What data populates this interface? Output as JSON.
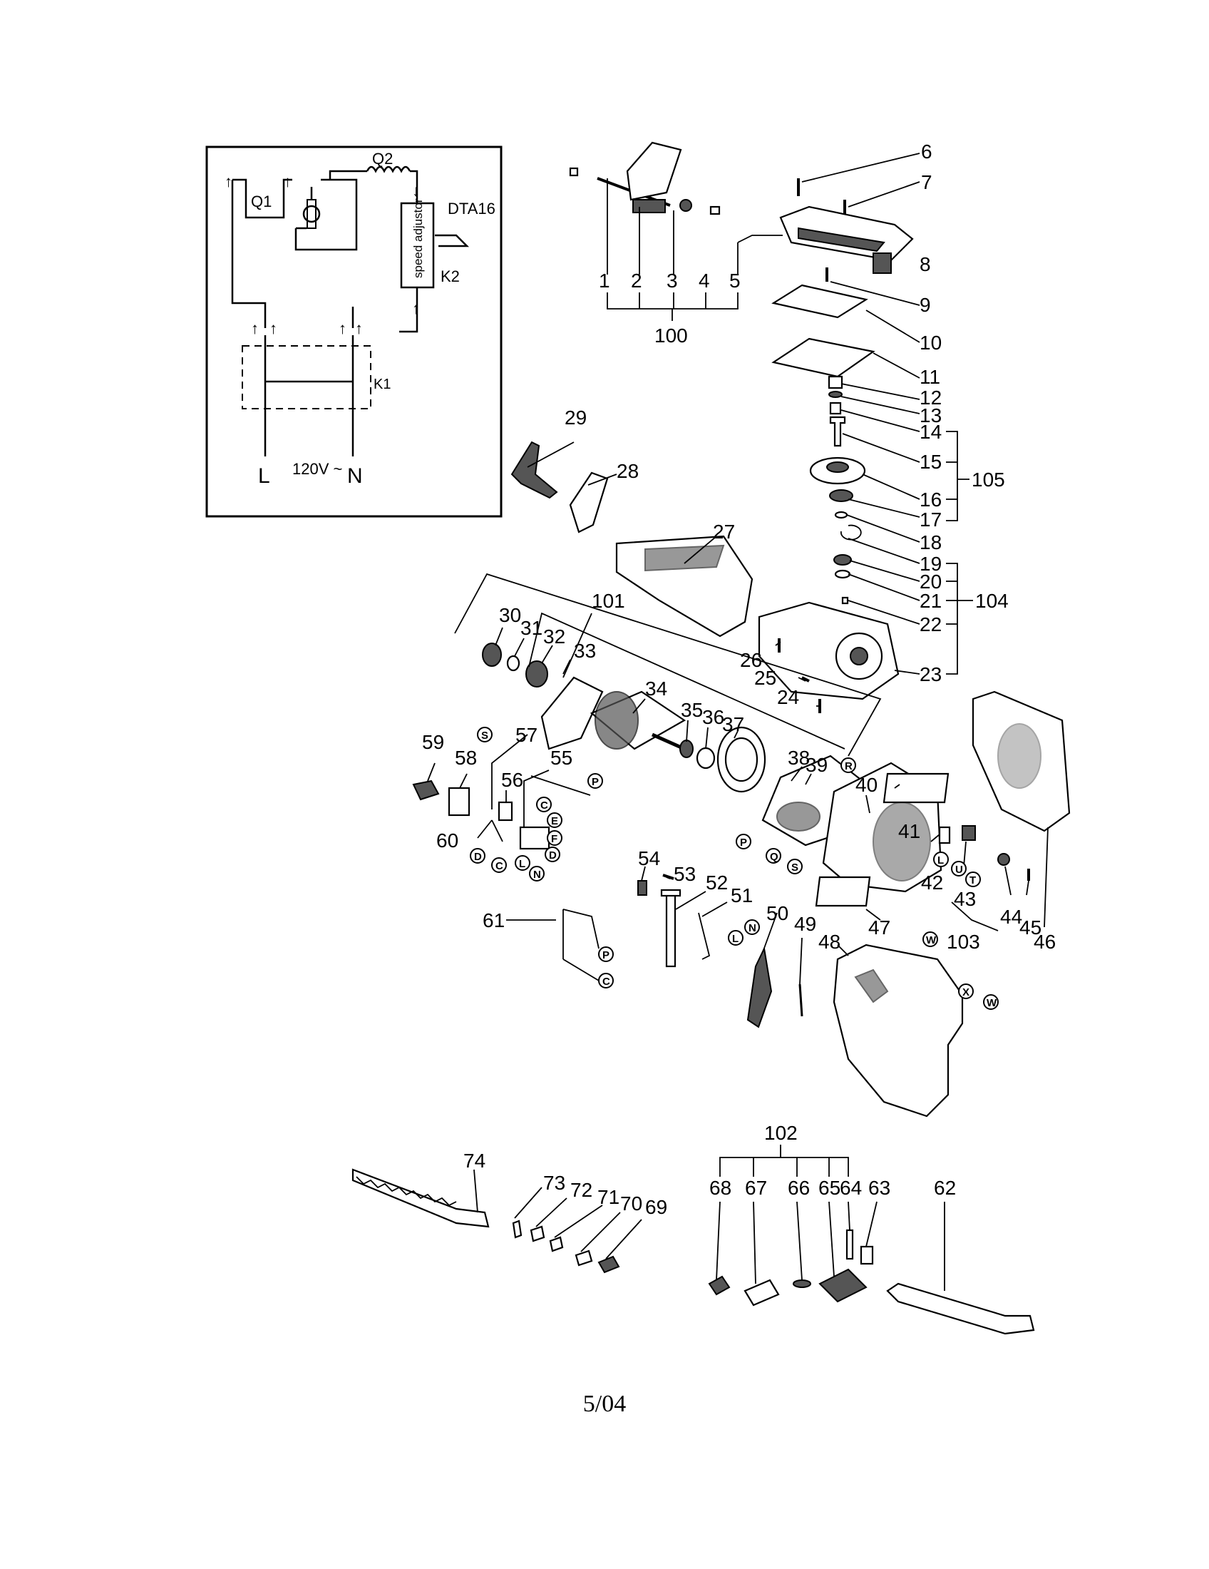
{
  "schematic": {
    "labels": {
      "q1": "Q1",
      "q2": "Q2",
      "speed_adjustor": "speed adjustor",
      "k2": "K2",
      "k1": "K1",
      "dta16": "DTA16",
      "left": "L",
      "neutral": "N",
      "voltage": "120V ~"
    }
  },
  "part_numbers": [
    "1",
    "2",
    "3",
    "4",
    "5",
    "6",
    "7",
    "8",
    "9",
    "10",
    "11",
    "12",
    "13",
    "14",
    "15",
    "16",
    "17",
    "18",
    "19",
    "20",
    "21",
    "22",
    "23",
    "24",
    "25",
    "26",
    "27",
    "28",
    "29",
    "30",
    "31",
    "32",
    "33",
    "34",
    "35",
    "36",
    "37",
    "38",
    "39",
    "40",
    "41",
    "42",
    "43",
    "44",
    "45",
    "46",
    "47",
    "48",
    "49",
    "50",
    "51",
    "52",
    "53",
    "54",
    "55",
    "56",
    "57",
    "58",
    "59",
    "60",
    "61",
    "62",
    "63",
    "64",
    "65",
    "66",
    "67",
    "68",
    "69",
    "70",
    "71",
    "72",
    "73",
    "74",
    "100",
    "101",
    "102",
    "103",
    "104",
    "105"
  ],
  "connector_letters": [
    "S",
    "P",
    "C",
    "E",
    "F",
    "D",
    "L",
    "N",
    "R",
    "Q",
    "U",
    "T",
    "W",
    "X"
  ],
  "footer": {
    "date": "5/04"
  }
}
